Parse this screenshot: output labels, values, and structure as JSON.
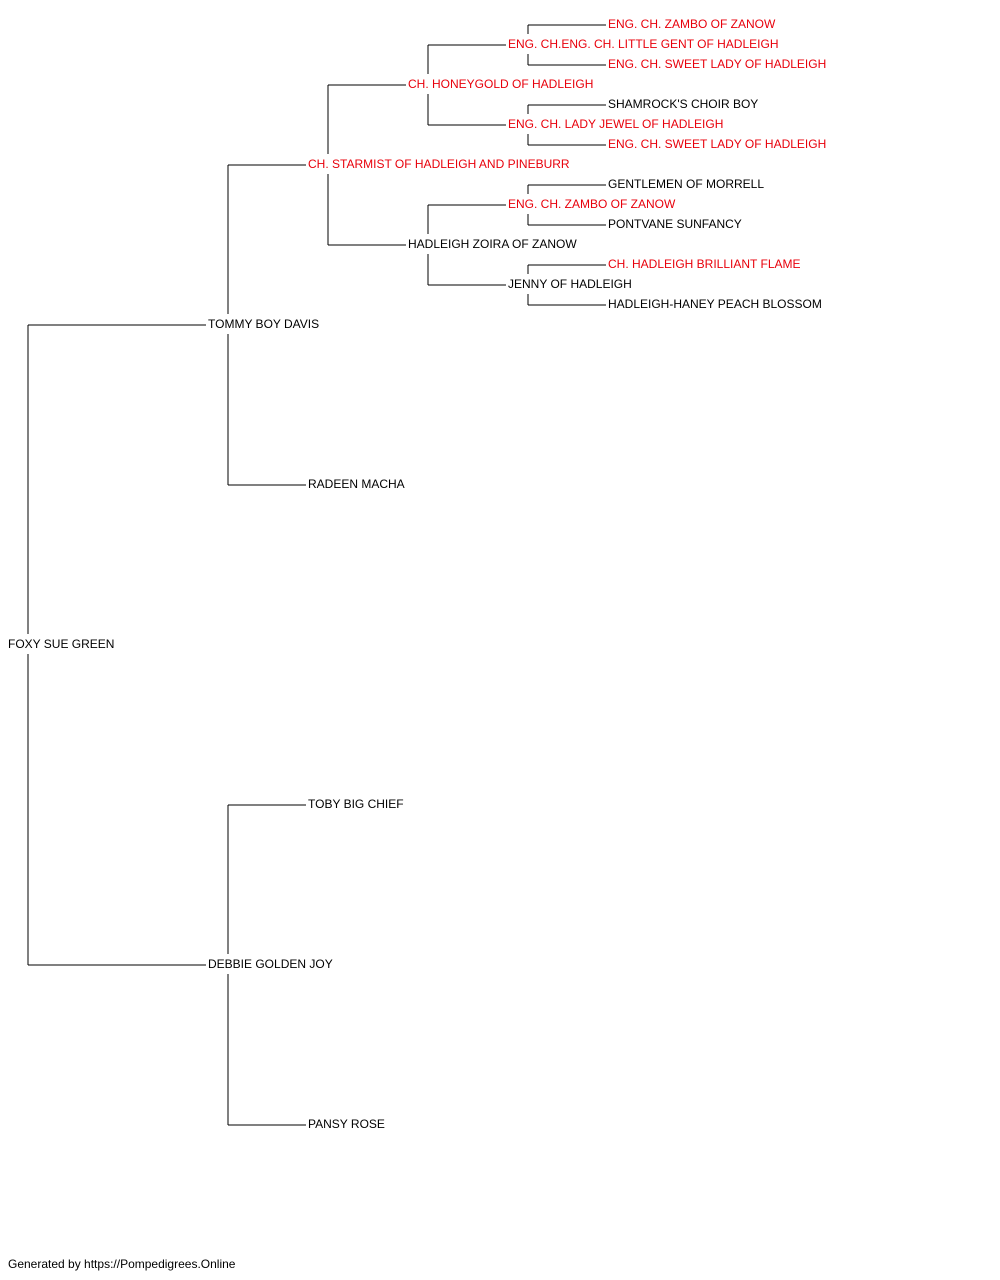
{
  "colors": {
    "champion": "#e8000b",
    "normal": "#000000",
    "line": "#000000"
  },
  "pedigree": {
    "name": "FOXY SUE GREEN",
    "champion": false,
    "sire": {
      "name": "TOMMY BOY DAVIS",
      "champion": false,
      "sire": {
        "name": "CH. STARMIST OF HADLEIGH AND PINEBURR",
        "champion": true,
        "sire": {
          "name": "CH. HONEYGOLD OF HADLEIGH",
          "champion": true,
          "sire": {
            "name": "ENG. CH.ENG. CH. LITTLE GENT OF HADLEIGH",
            "champion": true,
            "sire": {
              "name": "ENG. CH. ZAMBO OF ZANOW",
              "champion": true
            },
            "dam": {
              "name": "ENG. CH. SWEET LADY OF HADLEIGH",
              "champion": true
            }
          },
          "dam": {
            "name": "ENG. CH. LADY JEWEL OF HADLEIGH",
            "champion": true,
            "sire": {
              "name": "SHAMROCK'S CHOIR BOY",
              "champion": false
            },
            "dam": {
              "name": "ENG. CH. SWEET LADY OF HADLEIGH",
              "champion": true
            }
          }
        },
        "dam": {
          "name": "HADLEIGH ZOIRA OF ZANOW",
          "champion": false,
          "sire": {
            "name": "ENG. CH. ZAMBO OF ZANOW",
            "champion": true,
            "sire": {
              "name": "GENTLEMEN OF MORRELL",
              "champion": false
            },
            "dam": {
              "name": "PONTVANE SUNFANCY",
              "champion": false
            }
          },
          "dam": {
            "name": "JENNY OF HADLEIGH",
            "champion": false,
            "sire": {
              "name": "CH. HADLEIGH BRILLIANT FLAME",
              "champion": true
            },
            "dam": {
              "name": "HADLEIGH-HANEY PEACH BLOSSOM",
              "champion": false
            }
          }
        }
      },
      "dam": {
        "name": "RADEEN MACHA",
        "champion": false
      }
    },
    "dam": {
      "name": "DEBBIE GOLDEN JOY",
      "champion": false,
      "sire": {
        "name": "TOBY BIG CHIEF",
        "champion": false
      },
      "dam": {
        "name": "PANSY ROSE",
        "champion": false
      }
    }
  },
  "footer": {
    "text": "Generated by https://Pompedigrees.Online"
  }
}
